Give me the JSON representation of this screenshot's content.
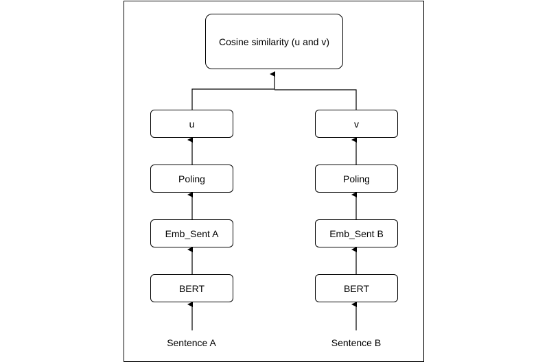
{
  "diagram": {
    "top_node": "Cosine similarity (u and v)",
    "left_branch": {
      "vector": "u",
      "pooling": "Poling",
      "embedding": "Emb_Sent A",
      "model": "BERT",
      "input": "Sentence A"
    },
    "right_branch": {
      "vector": "v",
      "pooling": "Poling",
      "embedding": "Emb_Sent B",
      "model": "BERT",
      "input": "Sentence B"
    }
  },
  "colors": {
    "stroke": "#000000",
    "background": "#ffffff"
  }
}
